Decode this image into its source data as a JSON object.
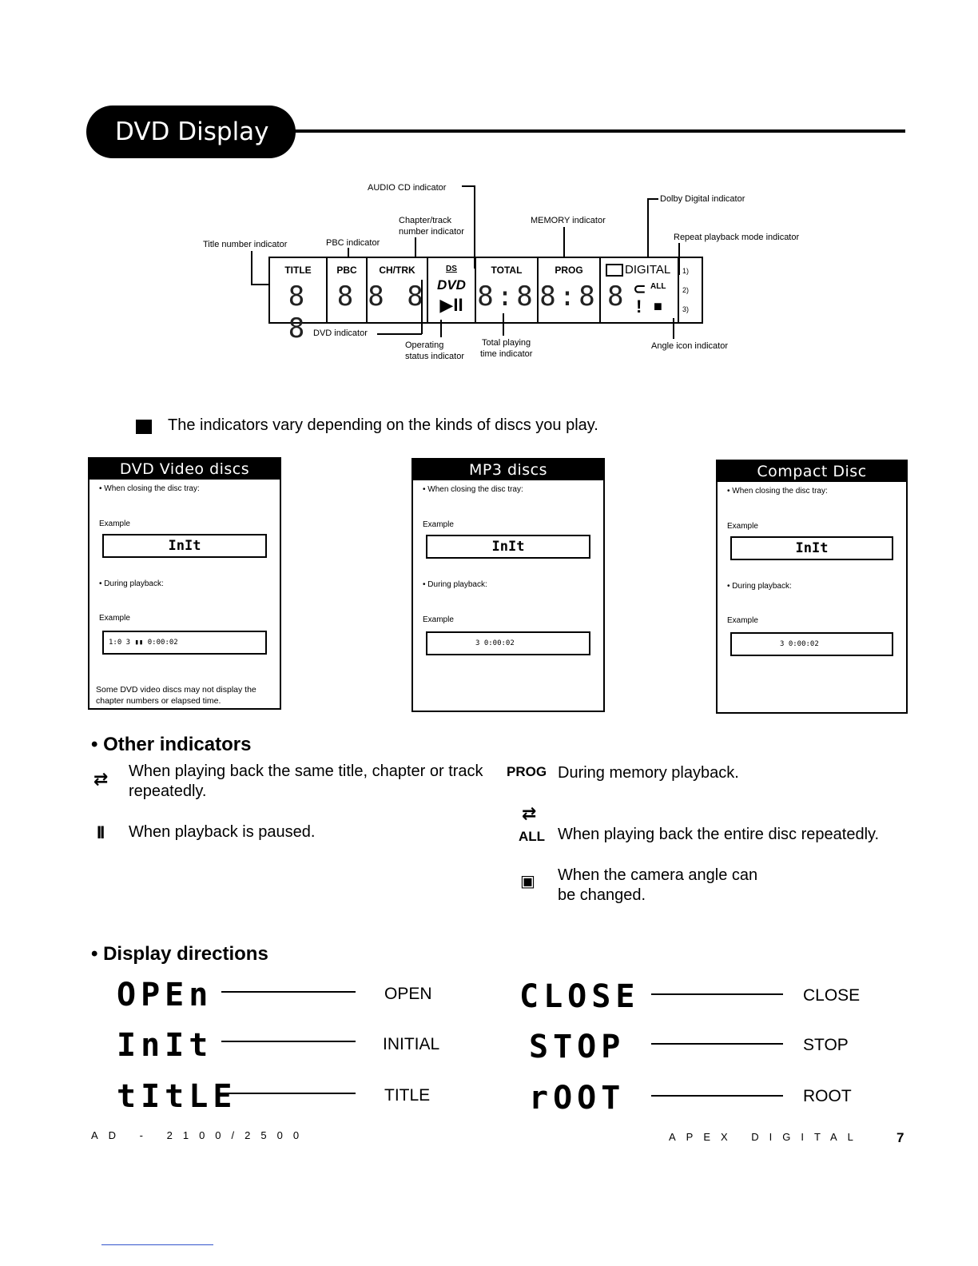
{
  "header": {
    "title": "DVD Display"
  },
  "panel": {
    "cells": [
      {
        "title": "TITLE",
        "digits": "8 8"
      },
      {
        "title": "PBC",
        "digits": "8"
      },
      {
        "title": "CH/TRK",
        "digits": "8 8"
      },
      {
        "title": "DS",
        "digits": "DVD"
      },
      {
        "title": "TOTAL",
        "digits": "8:8"
      },
      {
        "title": "PROG",
        "digits": "8:8"
      },
      {
        "title": "DIGITAL",
        "digits": "8"
      }
    ],
    "play_pause_symbol": "▶II",
    "all_label": "ALL",
    "repeat_marks": [
      "1)",
      "2)",
      "3)"
    ],
    "callouts": {
      "audio_cd": "AUDIO CD indicator",
      "dolby": "Dolby Digital indicator",
      "chapter_line1": "Chapter/track",
      "chapter_line2": "number indicator",
      "memory": "MEMORY indicator",
      "repeat": "Repeat playback mode indicator",
      "title_number": "Title number indicator",
      "pbc": "PBC indicator",
      "dvd": "DVD indicator",
      "operating_line1": "Operating",
      "operating_line2": "status indicator",
      "total_line1": "Total playing",
      "total_line2": "time indicator",
      "angle": "Angle icon indicator"
    }
  },
  "note": "The indicators vary depending on the kinds of discs you play.",
  "discs": [
    {
      "name": "DVD Video discs",
      "closing": "• When closing the disc tray:",
      "example1": "Example",
      "init_display": "InIt",
      "playback": "• During playback:",
      "example2": "Example",
      "playback_display": "1:0      3 ▮▮ 0:00:02",
      "footnote": "Some DVD video discs may not display the chapter numbers or elapsed time."
    },
    {
      "name": "MP3 discs",
      "closing": "• When closing the disc tray:",
      "example1": "Example",
      "init_display": "InIt",
      "playback": "• During playback:",
      "example2": "Example",
      "playback_display": "3    0:00:02"
    },
    {
      "name": "Compact Disc",
      "closing": "• When closing the disc tray:",
      "example1": "Example",
      "init_display": "InIt",
      "playback": "• During playback:",
      "example2": "Example",
      "playback_display": "3    0:00:02"
    }
  ],
  "other": {
    "heading": "• Other indicators",
    "repeat_desc": "When playing back the same title, chapter or track repeatedly.",
    "pause_desc": "When playback is paused.",
    "prog_label": "PROG",
    "prog_desc": "During memory playback.",
    "all_label": "ALL",
    "all_desc": "When playing back the entire disc repeatedly.",
    "angle_desc_line1": "When the camera angle can",
    "angle_desc_line2": "be changed."
  },
  "directions": {
    "heading": "• Display directions",
    "items": [
      {
        "lcd": "OPEn",
        "word": "OPEN"
      },
      {
        "lcd": "CLOSE",
        "word": "CLOSE"
      },
      {
        "lcd": "InIt",
        "word": "INITIAL"
      },
      {
        "lcd": "STOP",
        "word": "STOP"
      },
      {
        "lcd": "tItLE",
        "word": "TITLE"
      },
      {
        "lcd": "rOOT",
        "word": "ROOT"
      }
    ]
  },
  "footer": {
    "left": "AD - 2100/2500",
    "right": "APEX DIGITAL",
    "page": "7"
  }
}
